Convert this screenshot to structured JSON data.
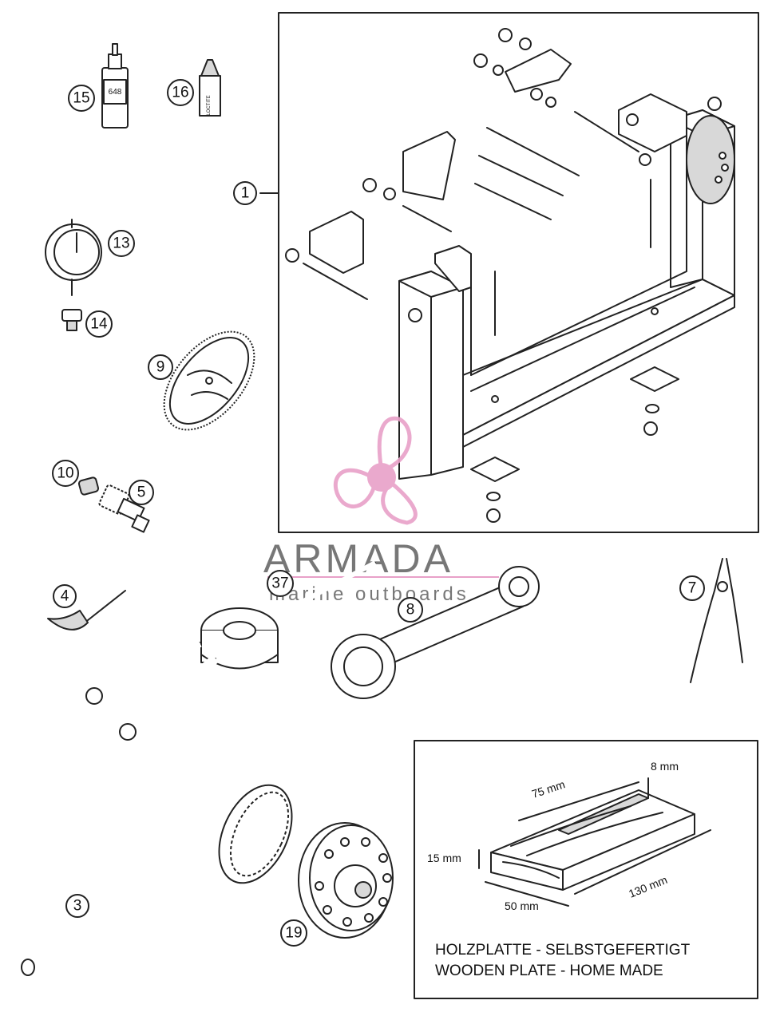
{
  "callouts": {
    "c1": "1",
    "c3": "3",
    "c4": "4",
    "c5": "5",
    "c7": "7",
    "c8": "8",
    "c9": "9",
    "c10": "10",
    "c13": "13",
    "c14": "14",
    "c15": "15",
    "c16": "16",
    "c19": "19",
    "c37": "37"
  },
  "bottle_label": "648",
  "tube_label": "LOCTITE",
  "watermark": {
    "brand": "ARMADA",
    "tagline": "marine outboards"
  },
  "inset": {
    "dim_75": "75 mm",
    "dim_8": "8 mm",
    "dim_15": "15 mm",
    "dim_130": "130 mm",
    "dim_50": "50 mm",
    "caption_de": "HOLZPLATTE - SELBSTGEFERTIGT",
    "caption_en": "WOODEN PLATE - HOME MADE"
  },
  "colors": {
    "line": "#222222",
    "watermark_pink": "#e8a0c8",
    "watermark_grey": "#777777"
  }
}
